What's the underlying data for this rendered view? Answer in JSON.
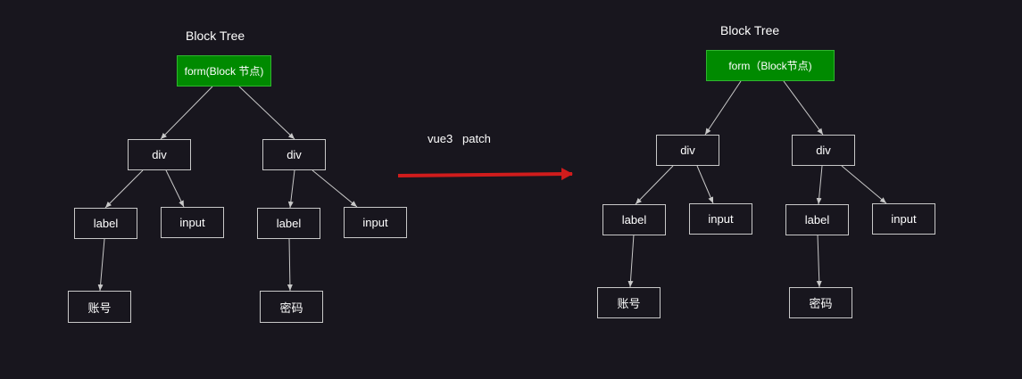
{
  "left_tree": {
    "title": "Block Tree",
    "root": "form(Block 节点)",
    "div_left": "div",
    "div_right": "div",
    "label_left": "label",
    "input_left": "input",
    "label_right": "label",
    "input_right": "input",
    "text_left": "账号",
    "text_right": "密码"
  },
  "right_tree": {
    "title": "Block Tree",
    "root": "form（Block节点)",
    "div_left": "div",
    "div_right": "div",
    "label_left": "label",
    "input_left": "input",
    "label_right": "label",
    "input_right": "input",
    "text_left": "账号",
    "text_right": "密码"
  },
  "transition": {
    "label": "vue3   patch",
    "arrow_color": "#d01c1c"
  },
  "colors": {
    "background": "#18161e",
    "root_fill": "#008a00",
    "node_border": "#c8c8c8",
    "edge": "#c8c8c8"
  }
}
